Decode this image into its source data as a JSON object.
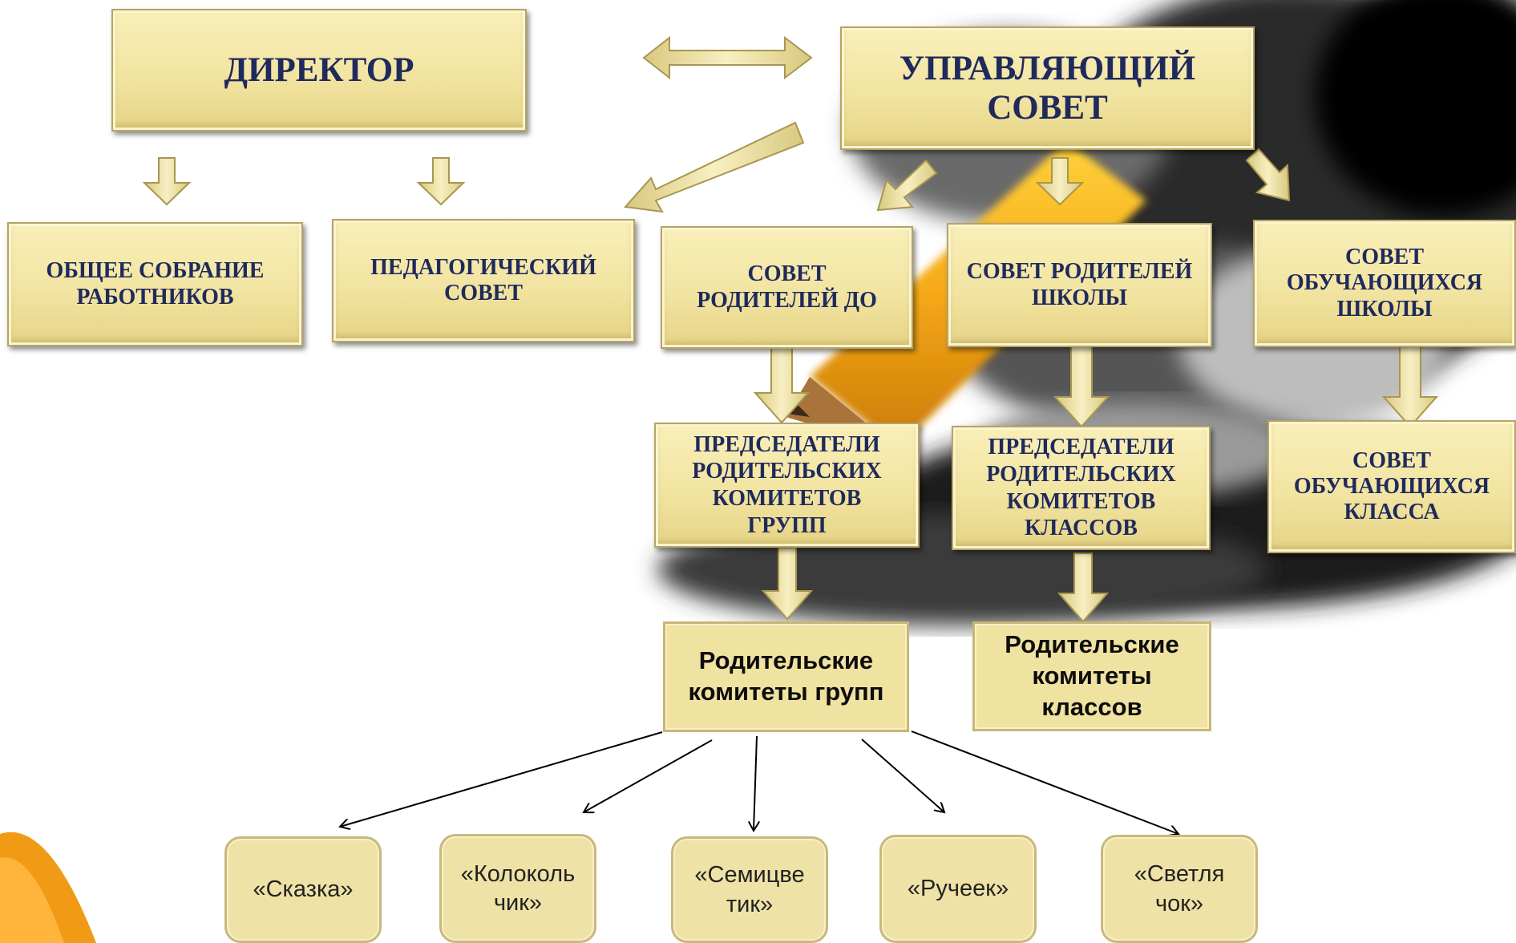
{
  "nodes": {
    "director": "ДИРЕКТОР",
    "managing_council": "УПРАВЛЯЮЩИЙ\nСОВЕТ",
    "general_meeting": "ОБЩЕЕ СОБРАНИЕ\nРАБОТНИКОВ",
    "pedagogical_council": "ПЕДАГОГИЧЕСКИЙ\nСОВЕТ",
    "parents_council_do": "СОВЕТ\nРОДИТЕЛЕЙ ДО",
    "parents_council_school": "СОВЕТ РОДИТЕЛЕЙ\nШКОЛЫ",
    "students_council_school": "СОВЕТ\nОБУЧАЮЩИХСЯ\nШКОЛЫ",
    "chairs_groups": "ПРЕДСЕДАТЕЛИ\nРОДИТЕЛЬСКИХ\nКОМИТЕТОВ\nГРУПП",
    "chairs_classes": "ПРЕДСЕДАТЕЛИ\nРОДИТЕЛЬСКИХ\nКОМИТЕТОВ\nКЛАССОВ",
    "students_council_class": "СОВЕТ\nОБУЧАЮЩИХСЯ\nКЛАССА",
    "committees_groups": "Родительские\nкомитеты групп",
    "committees_classes": "Родительские\nкомитеты\nклассов"
  },
  "groups": [
    "«Сказка»",
    "«Колоколь\nчик»",
    "«Семицве\nтик»",
    "«Ручеек»",
    "«Светля\nчок»"
  ],
  "colors": {
    "box_fill": "#f2e4a2",
    "box_text": "#1f2a5c",
    "arrow_fill": "#eee2a2",
    "pencil": "#f5a818"
  }
}
